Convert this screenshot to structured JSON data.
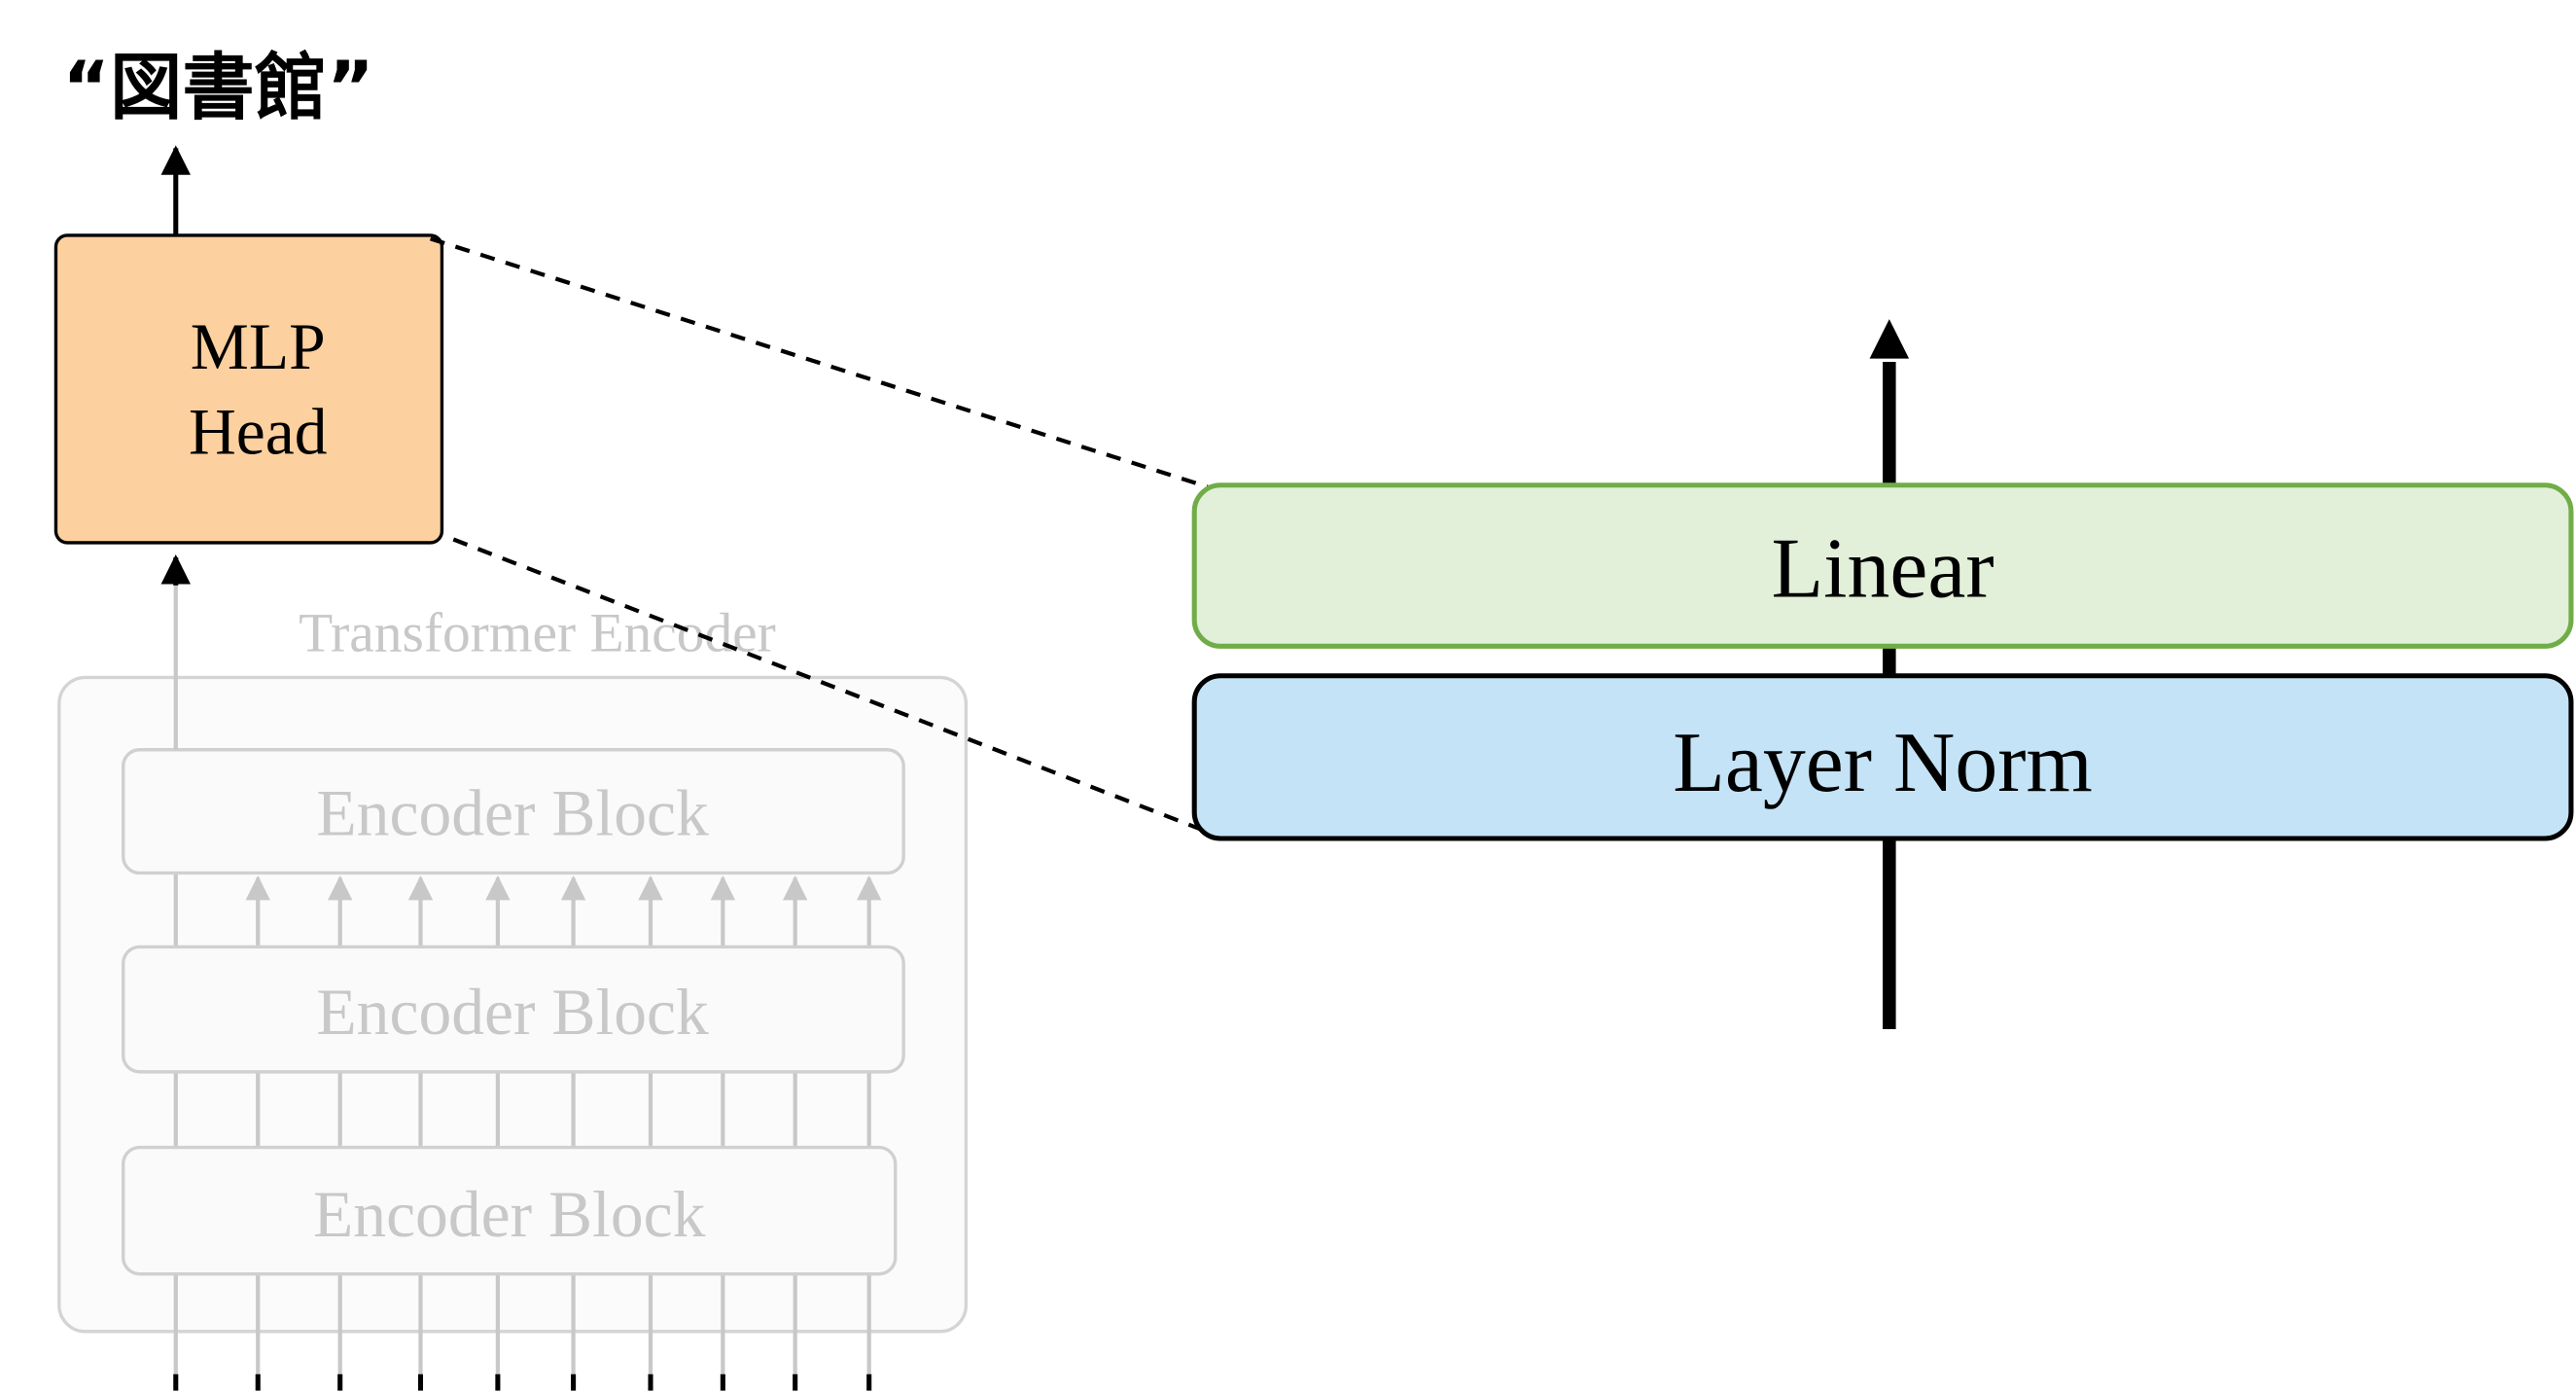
{
  "output_label": "“図書館”",
  "mlp_head": {
    "line1": "MLP",
    "line2": "Head"
  },
  "transformer_encoder": {
    "title": "Transformer Encoder",
    "blocks": [
      "Encoder Block",
      "Encoder Block",
      "Encoder Block"
    ]
  },
  "expanded": {
    "linear": "Linear",
    "layer_norm": "Layer Norm"
  },
  "colors": {
    "mlp_fill": "#FDD09F",
    "linear_fill": "#E2EFD9",
    "linear_border": "#70AD47",
    "layernorm_fill": "#C5E3F6",
    "faded": "#c8c8c8",
    "faded_fill": "#fafafa",
    "ink": "#000000"
  }
}
